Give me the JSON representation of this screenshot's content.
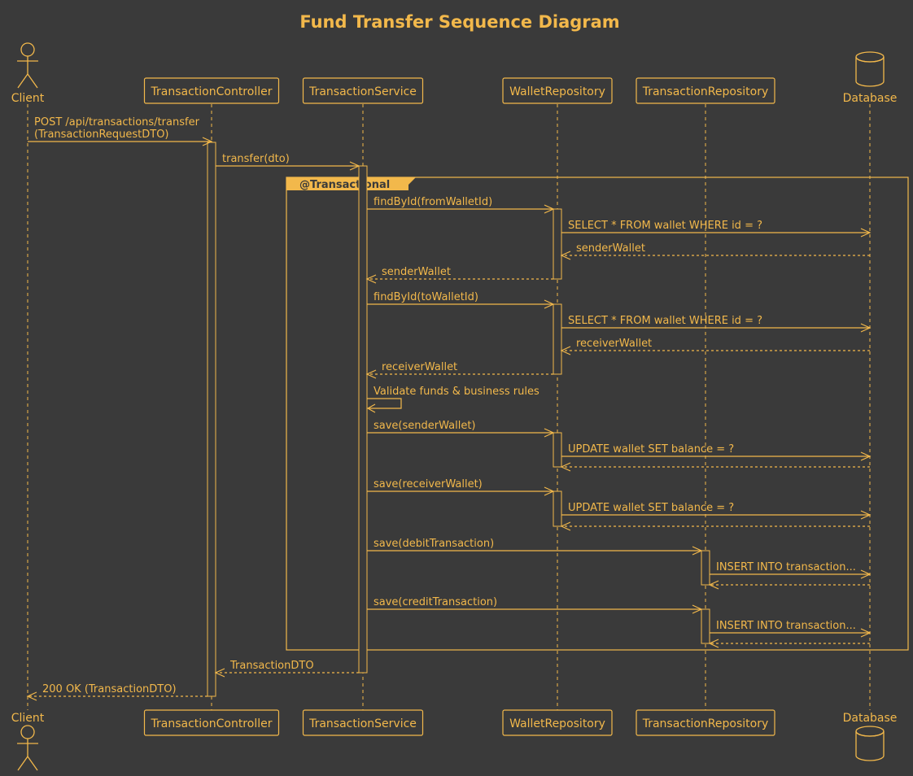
{
  "title": "Fund Transfer Sequence Diagram",
  "colors": {
    "background": "#3a3a3a",
    "accent": "#f2b84b",
    "dark_text": "#3a3a3a"
  },
  "participants": [
    {
      "id": "client",
      "label": "Client",
      "kind": "actor"
    },
    {
      "id": "controller",
      "label": "TransactionController",
      "kind": "box"
    },
    {
      "id": "service",
      "label": "TransactionService",
      "kind": "box"
    },
    {
      "id": "wallet_repo",
      "label": "WalletRepository",
      "kind": "box"
    },
    {
      "id": "txn_repo",
      "label": "TransactionRepository",
      "kind": "box"
    },
    {
      "id": "database",
      "label": "Database",
      "kind": "database"
    }
  ],
  "fragment": {
    "label": "@Transactional"
  },
  "messages": [
    {
      "from": "client",
      "to": "controller",
      "label_lines": [
        "POST /api/transactions/transfer",
        "(TransactionRequestDTO)"
      ],
      "style": "call"
    },
    {
      "from": "controller",
      "to": "service",
      "label_lines": [
        "transfer(dto)"
      ],
      "style": "call"
    },
    {
      "from": "service",
      "to": "wallet_repo",
      "label_lines": [
        "findById(fromWalletId)"
      ],
      "style": "call"
    },
    {
      "from": "wallet_repo",
      "to": "database",
      "label_lines": [
        "SELECT * FROM wallet WHERE id = ?"
      ],
      "style": "call"
    },
    {
      "from": "database",
      "to": "wallet_repo",
      "label_lines": [
        "senderWallet"
      ],
      "style": "return"
    },
    {
      "from": "wallet_repo",
      "to": "service",
      "label_lines": [
        "senderWallet"
      ],
      "style": "return"
    },
    {
      "from": "service",
      "to": "wallet_repo",
      "label_lines": [
        "findById(toWalletId)"
      ],
      "style": "call"
    },
    {
      "from": "wallet_repo",
      "to": "database",
      "label_lines": [
        "SELECT * FROM wallet WHERE id = ?"
      ],
      "style": "call"
    },
    {
      "from": "database",
      "to": "wallet_repo",
      "label_lines": [
        "receiverWallet"
      ],
      "style": "return"
    },
    {
      "from": "wallet_repo",
      "to": "service",
      "label_lines": [
        "receiverWallet"
      ],
      "style": "return"
    },
    {
      "from": "service",
      "to": "service",
      "label_lines": [
        "Validate funds & business rules"
      ],
      "style": "self"
    },
    {
      "from": "service",
      "to": "wallet_repo",
      "label_lines": [
        "save(senderWallet)"
      ],
      "style": "call"
    },
    {
      "from": "wallet_repo",
      "to": "database",
      "label_lines": [
        "UPDATE wallet SET balance = ?"
      ],
      "style": "call"
    },
    {
      "from": "database",
      "to": "wallet_repo",
      "label_lines": [],
      "style": "return"
    },
    {
      "from": "service",
      "to": "wallet_repo",
      "label_lines": [
        "save(receiverWallet)"
      ],
      "style": "call"
    },
    {
      "from": "wallet_repo",
      "to": "database",
      "label_lines": [
        "UPDATE wallet SET balance = ?"
      ],
      "style": "call"
    },
    {
      "from": "database",
      "to": "wallet_repo",
      "label_lines": [],
      "style": "return"
    },
    {
      "from": "service",
      "to": "txn_repo",
      "label_lines": [
        "save(debitTransaction)"
      ],
      "style": "call"
    },
    {
      "from": "txn_repo",
      "to": "database",
      "label_lines": [
        "INSERT INTO transaction..."
      ],
      "style": "call"
    },
    {
      "from": "database",
      "to": "txn_repo",
      "label_lines": [],
      "style": "return"
    },
    {
      "from": "service",
      "to": "txn_repo",
      "label_lines": [
        "save(creditTransaction)"
      ],
      "style": "call"
    },
    {
      "from": "txn_repo",
      "to": "database",
      "label_lines": [
        "INSERT INTO transaction..."
      ],
      "style": "call"
    },
    {
      "from": "database",
      "to": "txn_repo",
      "label_lines": [],
      "style": "return"
    },
    {
      "from": "service",
      "to": "controller",
      "label_lines": [
        "TransactionDTO"
      ],
      "style": "return"
    },
    {
      "from": "controller",
      "to": "client",
      "label_lines": [
        "200 OK (TransactionDTO)"
      ],
      "style": "return"
    }
  ]
}
